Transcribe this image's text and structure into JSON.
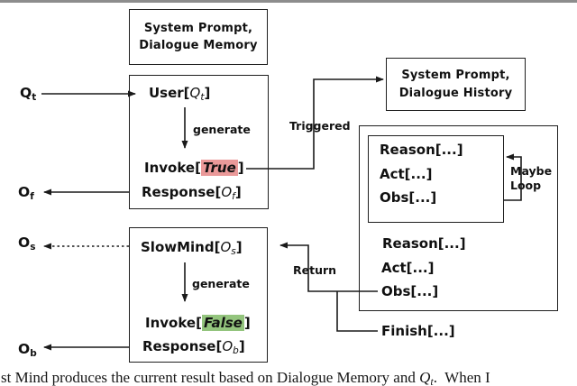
{
  "colors": {
    "true_highlight": "#ea9999",
    "false_highlight": "#93c47d",
    "line": "#1a1a1a",
    "top_rule": "#8d8d8d"
  },
  "memory_box": {
    "line1": "System Prompt,",
    "line2": "Dialogue Memory"
  },
  "history_box": {
    "line1": "System Prompt,",
    "line2": "Dialogue History"
  },
  "fastmind": {
    "user_prefix": "User[",
    "user_var": "Q",
    "user_sub": "t",
    "user_suffix": "]",
    "generate_label": "generate",
    "invoke_prefix": "Invoke[",
    "invoke_value": "True",
    "invoke_suffix": "]",
    "response_prefix": "Response[",
    "response_var": "O",
    "response_sub": "f",
    "response_suffix": "]"
  },
  "slowmind": {
    "title_prefix": "SlowMind[",
    "title_var": "O",
    "title_sub": "s",
    "title_suffix": "]",
    "generate_label": "generate",
    "invoke_prefix": "Invoke[",
    "invoke_value": "False",
    "invoke_suffix": "]",
    "response_prefix": "Response[",
    "response_var": "O",
    "response_sub": "b",
    "response_suffix": "]"
  },
  "io_labels": {
    "qt_var": "Q",
    "qt_sub": "t",
    "of_var": "O",
    "of_sub": "f",
    "os_var": "O",
    "os_sub": "s",
    "ob_var": "O",
    "ob_sub": "b"
  },
  "react": {
    "inner_items": [
      "Reason[...]",
      "Act[...]",
      "Obs[...]"
    ],
    "outer_items": [
      "Reason[...]",
      "Act[...]",
      "Obs[...]"
    ],
    "maybe_line1": "Maybe",
    "maybe_line2": "Loop"
  },
  "finish_label": "Finish[...]",
  "arrow_labels": {
    "triggered": "Triggered",
    "return": "Return"
  },
  "caption": {
    "pre": "st Mind produces the current result based on Dialogue Memory and ",
    "var": "Q",
    "sub": "t",
    "post": ".  When I"
  }
}
